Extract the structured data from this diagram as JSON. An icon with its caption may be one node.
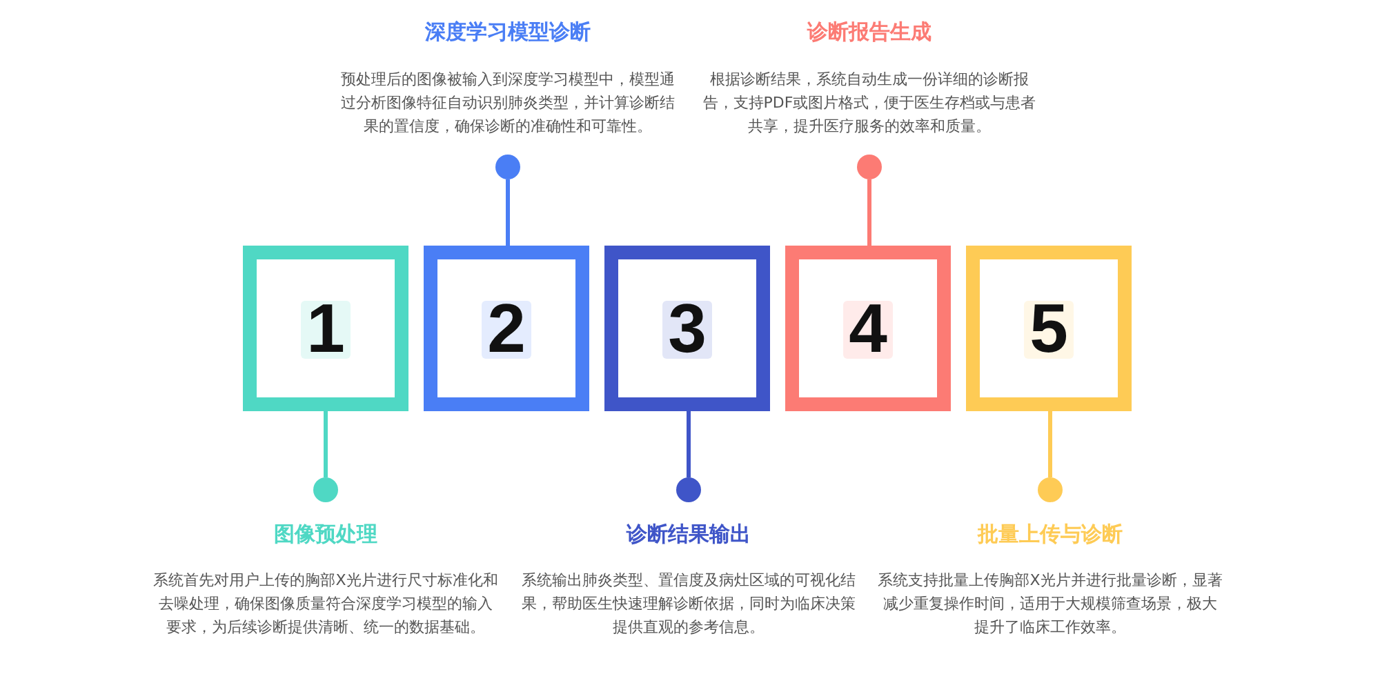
{
  "diagram": {
    "nodes": [
      {
        "text": [
          "1"
        ]
      },
      {
        "text": [
          "2"
        ]
      },
      {
        "text": [
          "3"
        ]
      },
      {
        "text": [
          "4"
        ]
      },
      {
        "text": [
          "5"
        ]
      },
      {
        "text": [],
        "shape": "circle",
        "beside": [
          "图像预处理",
          "系统首先对用户上传的胸部X光片进行尺寸标准化和去噪处理，确保图像质量符合深度学习模型的输入要求，为后续诊断提供清晰、统一的数据基础。"
        ]
      },
      {
        "text": [],
        "shape": "circle",
        "beside": [
          "深度学习模型诊断",
          "预处理后的图像被输入到深度学习模型中，模型通过分析图像特征自动识别肺炎类型，并计算诊断结果的置信度，确保诊断的准确性和可靠性。"
        ]
      },
      {
        "text": [],
        "shape": "circle",
        "beside": [
          "诊断结果输出",
          "系统输出肺炎类型、置信度及病灶区域的可视化结果，帮助医生快速理解诊断依据，同时为临床决策提供直观的参考信息。"
        ]
      },
      {
        "text": [],
        "shape": "circle",
        "beside": [
          "诊断报告生成",
          "根据诊断结果，系统自动生成一份详细的诊断报告，支持PDF或图片格式，便于医生存档或与患者共享，提升医疗服务的效率和质量。"
        ]
      },
      {
        "text": [],
        "shape": "circle",
        "beside": [
          "批量上传与诊断",
          "系统支持批量上传胸部X光片并进行批量诊断，显著减少重复操作时间，适用于大规模筛查场景，极大提升了临床工作效率。"
        ]
      }
    ],
    "edges": [
      {
        "from": 0,
        "to": 5,
        "arrow": "none",
        "color": "#4fd8c4"
      },
      {
        "from": 1,
        "to": 6,
        "arrow": "none",
        "color": "#4a7ef5"
      },
      {
        "from": 2,
        "to": 7,
        "arrow": "none",
        "color": "#3f55c8"
      },
      {
        "from": 3,
        "to": 8,
        "arrow": "none",
        "color": "#fc7b74"
      },
      {
        "from": 4,
        "to": 9,
        "arrow": "none",
        "color": "#fecb55"
      }
    ]
  }
}
